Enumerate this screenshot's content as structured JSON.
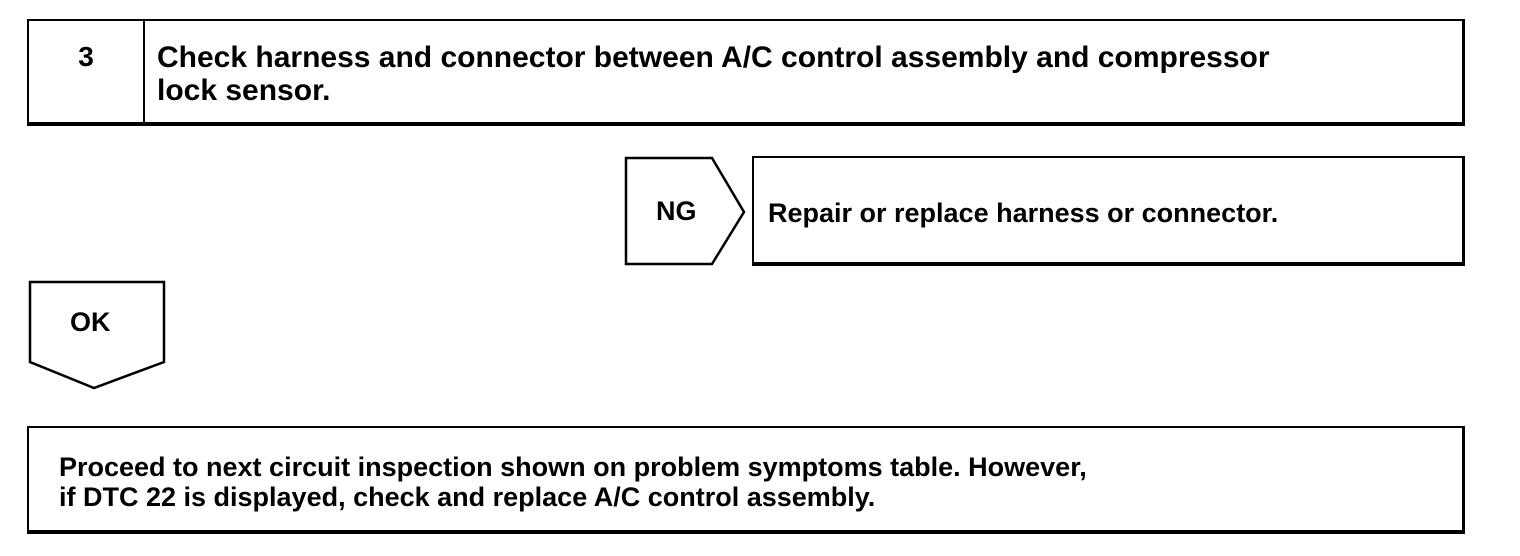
{
  "step": {
    "number": "3",
    "title_line1": "Check harness and connector between A/C control assembly and compressor",
    "title_line2": "lock sensor."
  },
  "ng_branch": {
    "label": "NG",
    "action": "Repair or replace harness or connector."
  },
  "ok_branch": {
    "label": "OK"
  },
  "next_step": {
    "line1": "Proceed to next circuit inspection shown on problem symptoms table. However,",
    "line2": "if DTC 22 is displayed, check and replace A/C control assembly."
  }
}
